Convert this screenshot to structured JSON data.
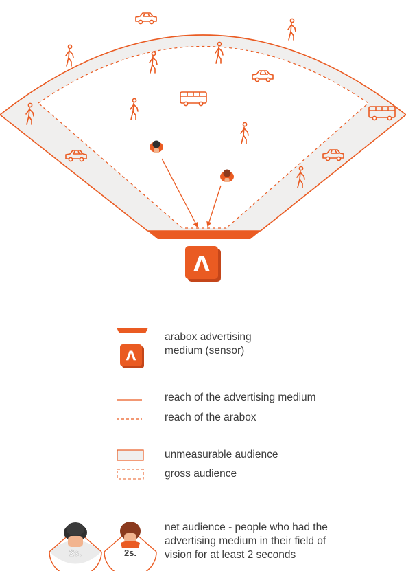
{
  "colors": {
    "accent": "#ea5b22",
    "band_fill": "#f0efee",
    "text": "#3c3c3c"
  },
  "sensor_badge": {
    "glyph": "Λ"
  },
  "two_seconds_label": "2s.",
  "icons": [
    "car-icon",
    "bus-icon",
    "pedestrian-icon",
    "person-top-view-icon",
    "sensor-icon"
  ],
  "legend": {
    "medium": {
      "line1": "arabox advertising",
      "line2": "medium (sensor)"
    },
    "reach_medium": "reach of the advertising medium",
    "reach_arabox": "reach of the arabox",
    "unmeasurable": "unmeasurable audience",
    "gross": "gross audience",
    "net": {
      "line1": "net audience - people who had the",
      "line2": "advertising medium in their field of",
      "line3": "vision for at least 2 seconds"
    }
  }
}
